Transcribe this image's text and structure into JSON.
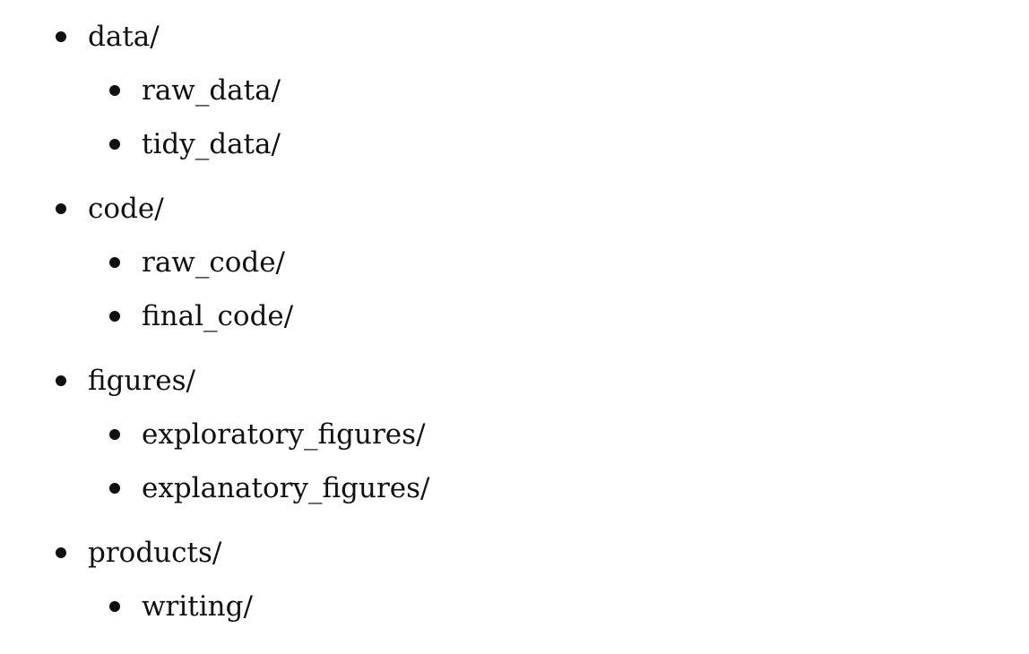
{
  "tree": {
    "groups": [
      {
        "label": "data/",
        "children": [
          "raw_data/",
          "tidy_data/"
        ]
      },
      {
        "label": "code/",
        "children": [
          "raw_code/",
          "final_code/"
        ]
      },
      {
        "label": "figures/",
        "children": [
          "exploratory_figures/",
          "explanatory_figures/"
        ]
      },
      {
        "label": "products/",
        "children": [
          "writing/"
        ]
      }
    ]
  },
  "icons": {
    "bullet": "bullet-dot-icon"
  }
}
